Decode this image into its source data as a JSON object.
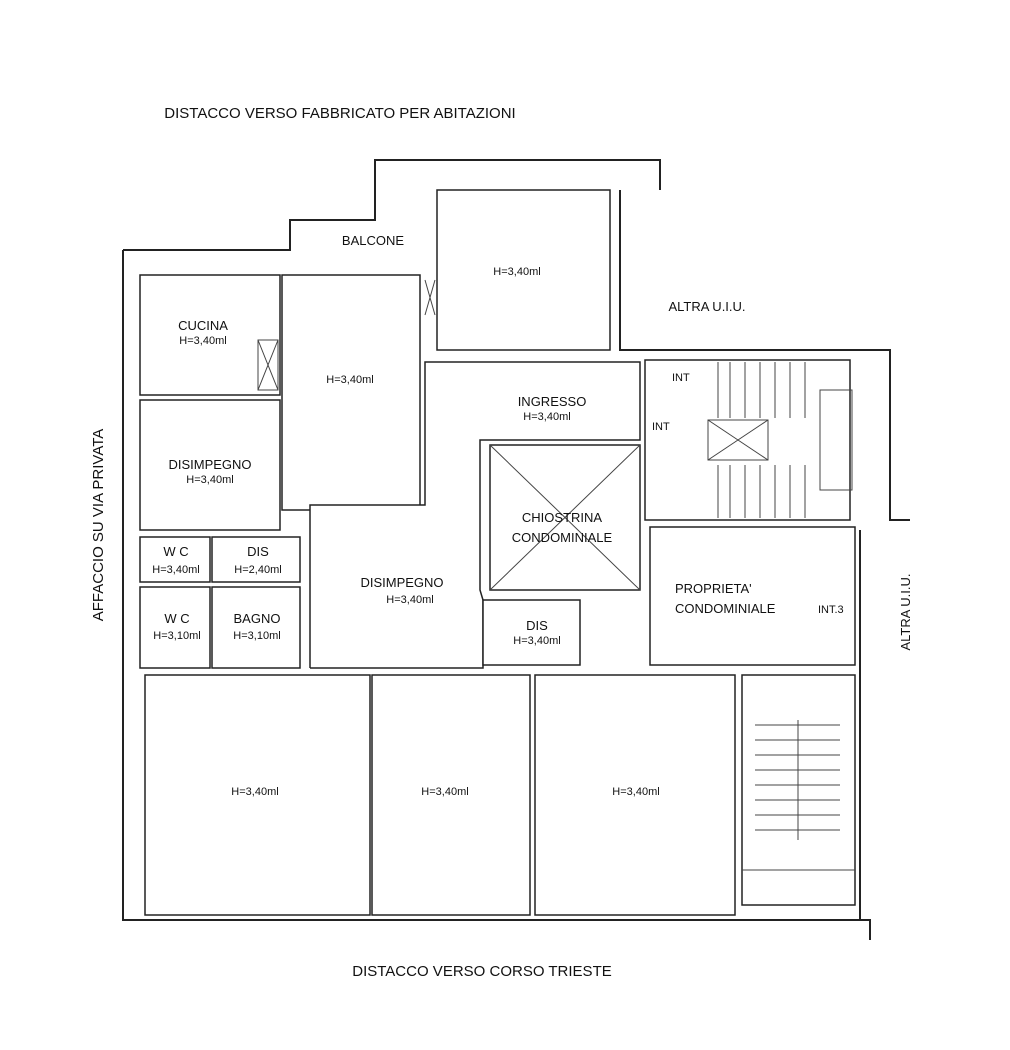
{
  "headings": {
    "top": "DISTACCO VERSO FABBRICATO PER ABITAZIONI",
    "bottom": "DISTACCO VERSO CORSO TRIESTE",
    "left": "AFFACCIO SU VIA PRIVATA",
    "right": "ALTRA U.I.U.",
    "top_right": "ALTRA U.I.U."
  },
  "rooms": {
    "balcone": "BALCONE",
    "top_room_h": "H=3,40ml",
    "cucina": "CUCINA",
    "cucina_h": "H=3,40ml",
    "center_room_h": "H=3,40ml",
    "disimpegno_left": "DISIMPEGNO",
    "disimpegno_left_h": "H=3,40ml",
    "ingresso": "INGRESSO",
    "ingresso_h": "H=3,40ml",
    "chiostrina": "CHIOSTRINA",
    "chiostrina2": "CONDOMINIALE",
    "wc1": "W C",
    "wc1_h": "H=3,40ml",
    "dis1": "DIS",
    "dis1_h": "H=2,40ml",
    "wc2": "W C",
    "wc2_h": "H=3,10ml",
    "bagno": "BAGNO",
    "bagno_h": "H=3,10ml",
    "disimpegno_center": "DISIMPEGNO",
    "disimpegno_center_h": "H=3,40ml",
    "dis2": "DIS",
    "dis2_h": "H=3,40ml",
    "proprieta": "PROPRIETA'",
    "proprieta2": "CONDOMINIALE",
    "int3": "INT.3",
    "int_top": "INT",
    "int_mid": "INT",
    "bottom1_h": "H=3,40ml",
    "bottom2_h": "H=3,40ml",
    "bottom3_h": "H=3,40ml"
  }
}
